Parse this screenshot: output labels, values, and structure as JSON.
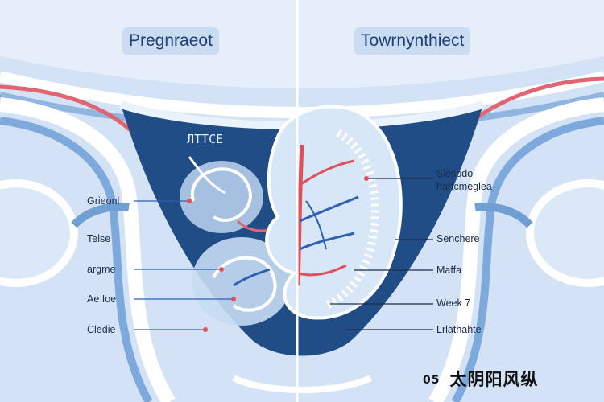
{
  "titles": {
    "left": "Pregnraeot",
    "right": "Towrnynthiect"
  },
  "center_tag": "ЛТТСЕ",
  "left_labels": [
    "Grieonl",
    "Telse",
    "argme",
    "Ae Ioe",
    "Cledie"
  ],
  "right_labels": [
    "Slesodo\nhartcmeglea",
    "Senchere",
    "Maffa",
    "Week 7",
    "Lrlathahte"
  ],
  "stamp": {
    "number": "05",
    "text": "太阴阳风纵"
  },
  "colors": {
    "background": "#d7e6f6",
    "uterus_dark": "#214d86",
    "band_light": "#eaf2fb",
    "band_mid": "#6f9fd3",
    "accent_red": "#e0505a",
    "vessel_blue": "#2e5fb5"
  }
}
